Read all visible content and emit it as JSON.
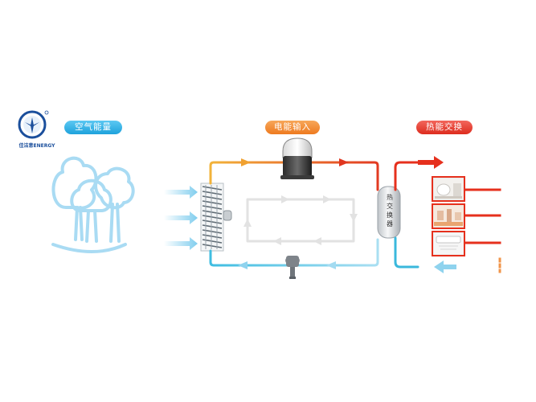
{
  "labels": {
    "air_energy": "空气能量",
    "electric_input": "电能输入",
    "heat_exchange": "热能交换",
    "heat_exchanger_chars": [
      "热",
      "交",
      "换",
      "器"
    ]
  },
  "logo": {
    "text": "佳洁意ENERGY"
  },
  "colors": {
    "air_blue": "#1ea2dc",
    "tree_blue": "#a9dbf3",
    "electric_orange": "#ee7a1f",
    "heat_red": "#e02b1c",
    "cold_cyan": "#3ab8dc",
    "inner_loop_gray": "#e4e4e4",
    "logo_blue": "#1b4f9c"
  }
}
